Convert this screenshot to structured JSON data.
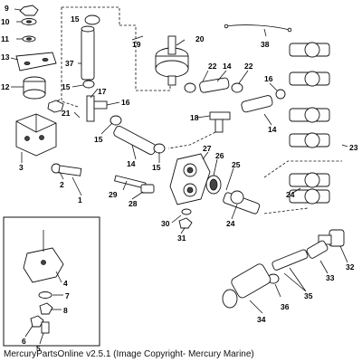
{
  "footer": {
    "text": "MercuryPartsOnline v2.5.1 (Image Copyright- Mercury Marine)"
  },
  "callouts": [
    {
      "label": "9"
    },
    {
      "label": "10"
    },
    {
      "label": "11"
    },
    {
      "label": "13"
    },
    {
      "label": "12"
    },
    {
      "label": "3"
    },
    {
      "label": "2"
    },
    {
      "label": "1"
    },
    {
      "label": "15"
    },
    {
      "label": "19"
    },
    {
      "label": "20"
    },
    {
      "label": "37"
    },
    {
      "label": "15"
    },
    {
      "label": "17"
    },
    {
      "label": "16"
    },
    {
      "label": "21"
    },
    {
      "label": "15"
    },
    {
      "label": "14"
    },
    {
      "label": "15"
    },
    {
      "label": "38"
    },
    {
      "label": "22"
    },
    {
      "label": "14"
    },
    {
      "label": "22"
    },
    {
      "label": "16"
    },
    {
      "label": "18"
    },
    {
      "label": "14"
    },
    {
      "label": "27"
    },
    {
      "label": "29"
    },
    {
      "label": "28"
    },
    {
      "label": "26"
    },
    {
      "label": "25"
    },
    {
      "label": "23"
    },
    {
      "label": "24"
    },
    {
      "label": "24"
    },
    {
      "label": "30"
    },
    {
      "label": "31"
    },
    {
      "label": "4"
    },
    {
      "label": "7"
    },
    {
      "label": "8"
    },
    {
      "label": "6"
    },
    {
      "label": "5"
    },
    {
      "label": "32"
    },
    {
      "label": "33"
    },
    {
      "label": "35"
    },
    {
      "label": "36"
    },
    {
      "label": "34"
    }
  ]
}
